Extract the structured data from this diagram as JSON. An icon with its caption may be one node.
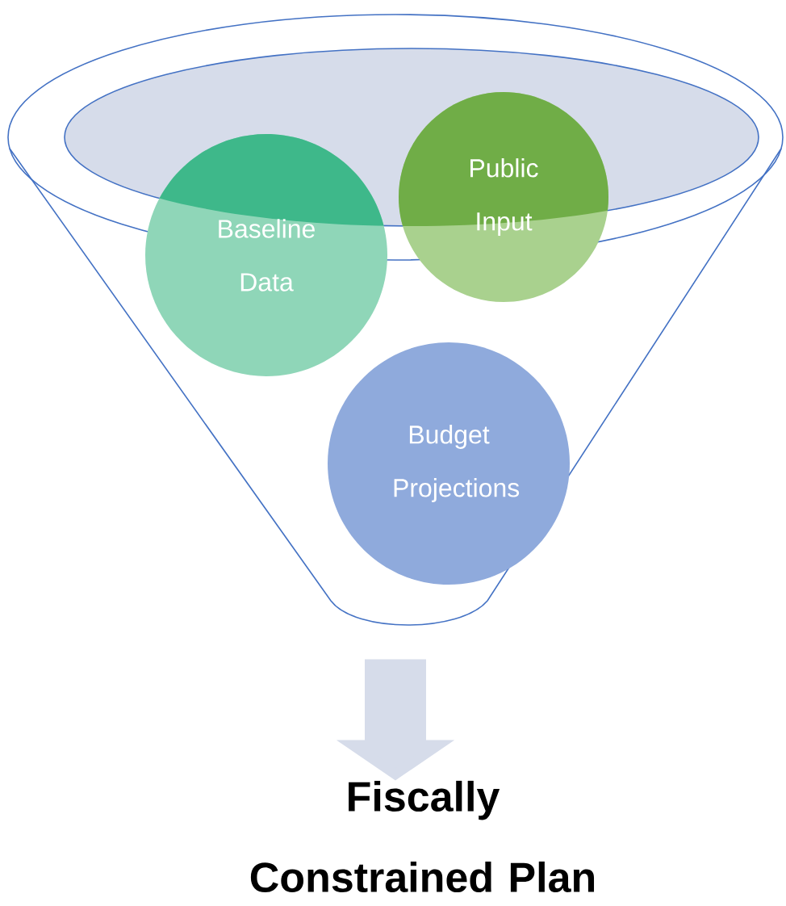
{
  "diagram": {
    "nodes": [
      {
        "text": [],
        "shape": "funnel"
      },
      {
        "text": [
          "Baseline Data"
        ],
        "in": 0
      },
      {
        "text": [
          "Public Input"
        ],
        "in": 0
      },
      {
        "text": [
          "Budget Projections"
        ],
        "in": 0
      },
      {
        "text": [
          "Fiscally Constrained Plan"
        ]
      }
    ],
    "edges": [
      {
        "from": 0,
        "to": 4,
        "arrow": "to"
      }
    ]
  }
}
